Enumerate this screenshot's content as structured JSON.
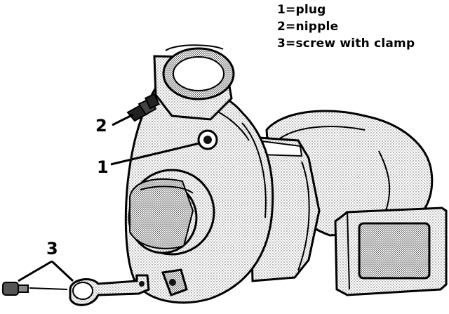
{
  "legend": {
    "line1": "1=plug",
    "line2": "2=nipple",
    "line3": "3=screw with clamp"
  },
  "callouts": {
    "plug": "1",
    "nipple": "2",
    "clamp": "3"
  }
}
